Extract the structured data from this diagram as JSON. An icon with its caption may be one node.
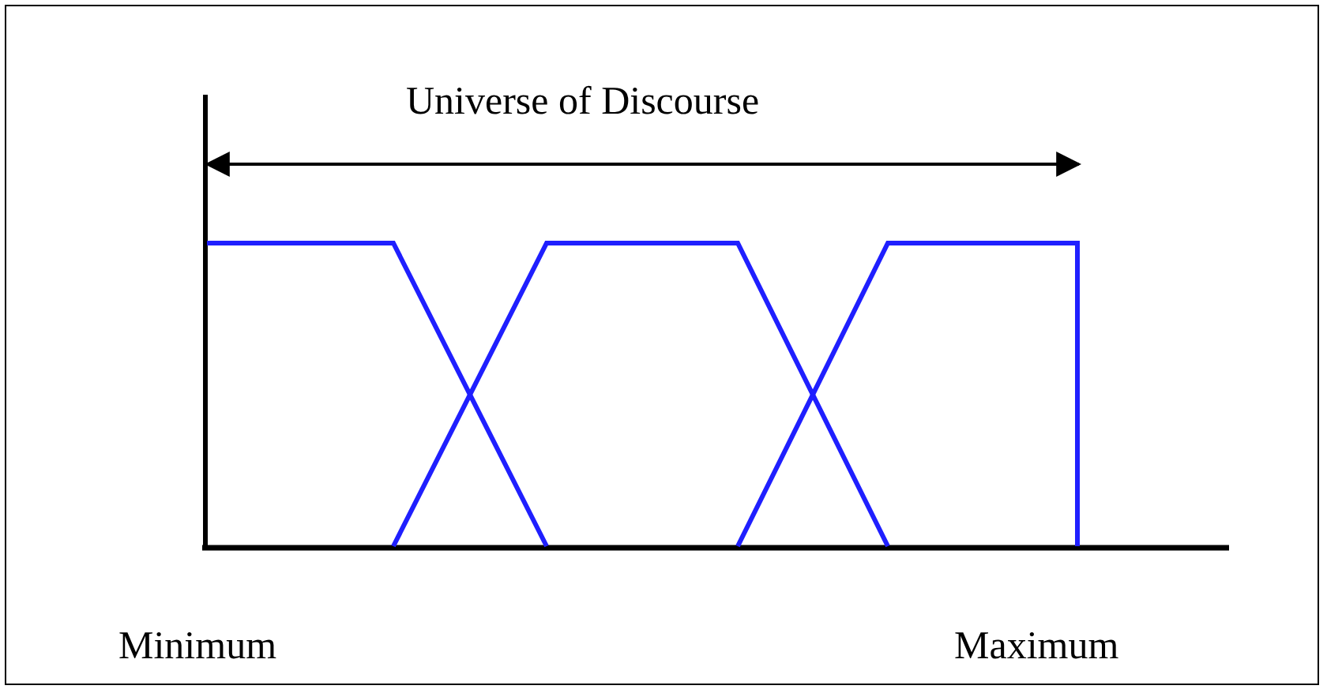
{
  "diagram": {
    "labels": [
      "Universe of Discourse",
      "Minimum",
      "Maximum"
    ]
  }
}
